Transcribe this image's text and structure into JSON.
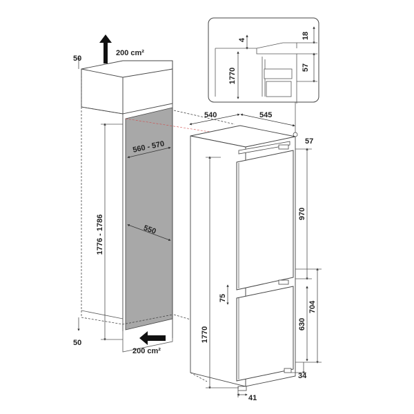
{
  "diagram": {
    "title": "",
    "labels": {
      "top_vent": "200 cm²",
      "bottom_vent": "200 cm²",
      "top_offset": "50",
      "bottom_offset": "50",
      "niche_height": "1776 - 1786",
      "niche_depth": "560 - 570",
      "niche_width": "550",
      "appliance_width": "540",
      "appliance_depth": "545",
      "top_gap": "57",
      "upper_door": "970",
      "gap_between": "75",
      "lower_door": "630",
      "lower_total": "704",
      "appliance_height": "1770",
      "foot_right": "34",
      "foot_front": "41",
      "detail_18": "18",
      "detail_4": "4",
      "detail_57": "57",
      "detail_1770": "1770"
    },
    "colors": {
      "niche_fill": "#a8a8a8",
      "line": "#333333"
    }
  }
}
